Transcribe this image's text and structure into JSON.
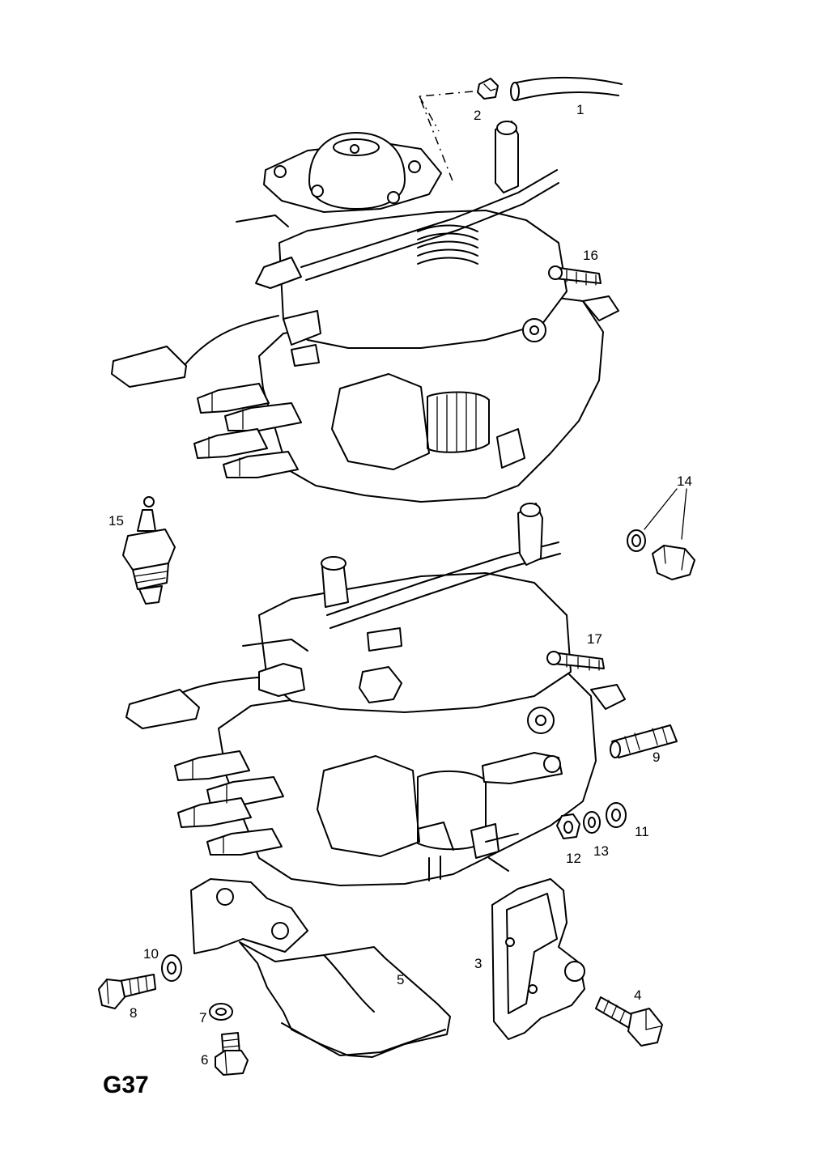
{
  "diagram_code": "G37",
  "callouts": {
    "c1": "1",
    "c2": "2",
    "c3": "3",
    "c4": "4",
    "c5": "5",
    "c6": "6",
    "c7": "7",
    "c8": "8",
    "c9": "9",
    "c10": "10",
    "c11": "11",
    "c12": "12",
    "c13": "13",
    "c14": "14",
    "c15": "15",
    "c16": "16",
    "c17": "17"
  }
}
